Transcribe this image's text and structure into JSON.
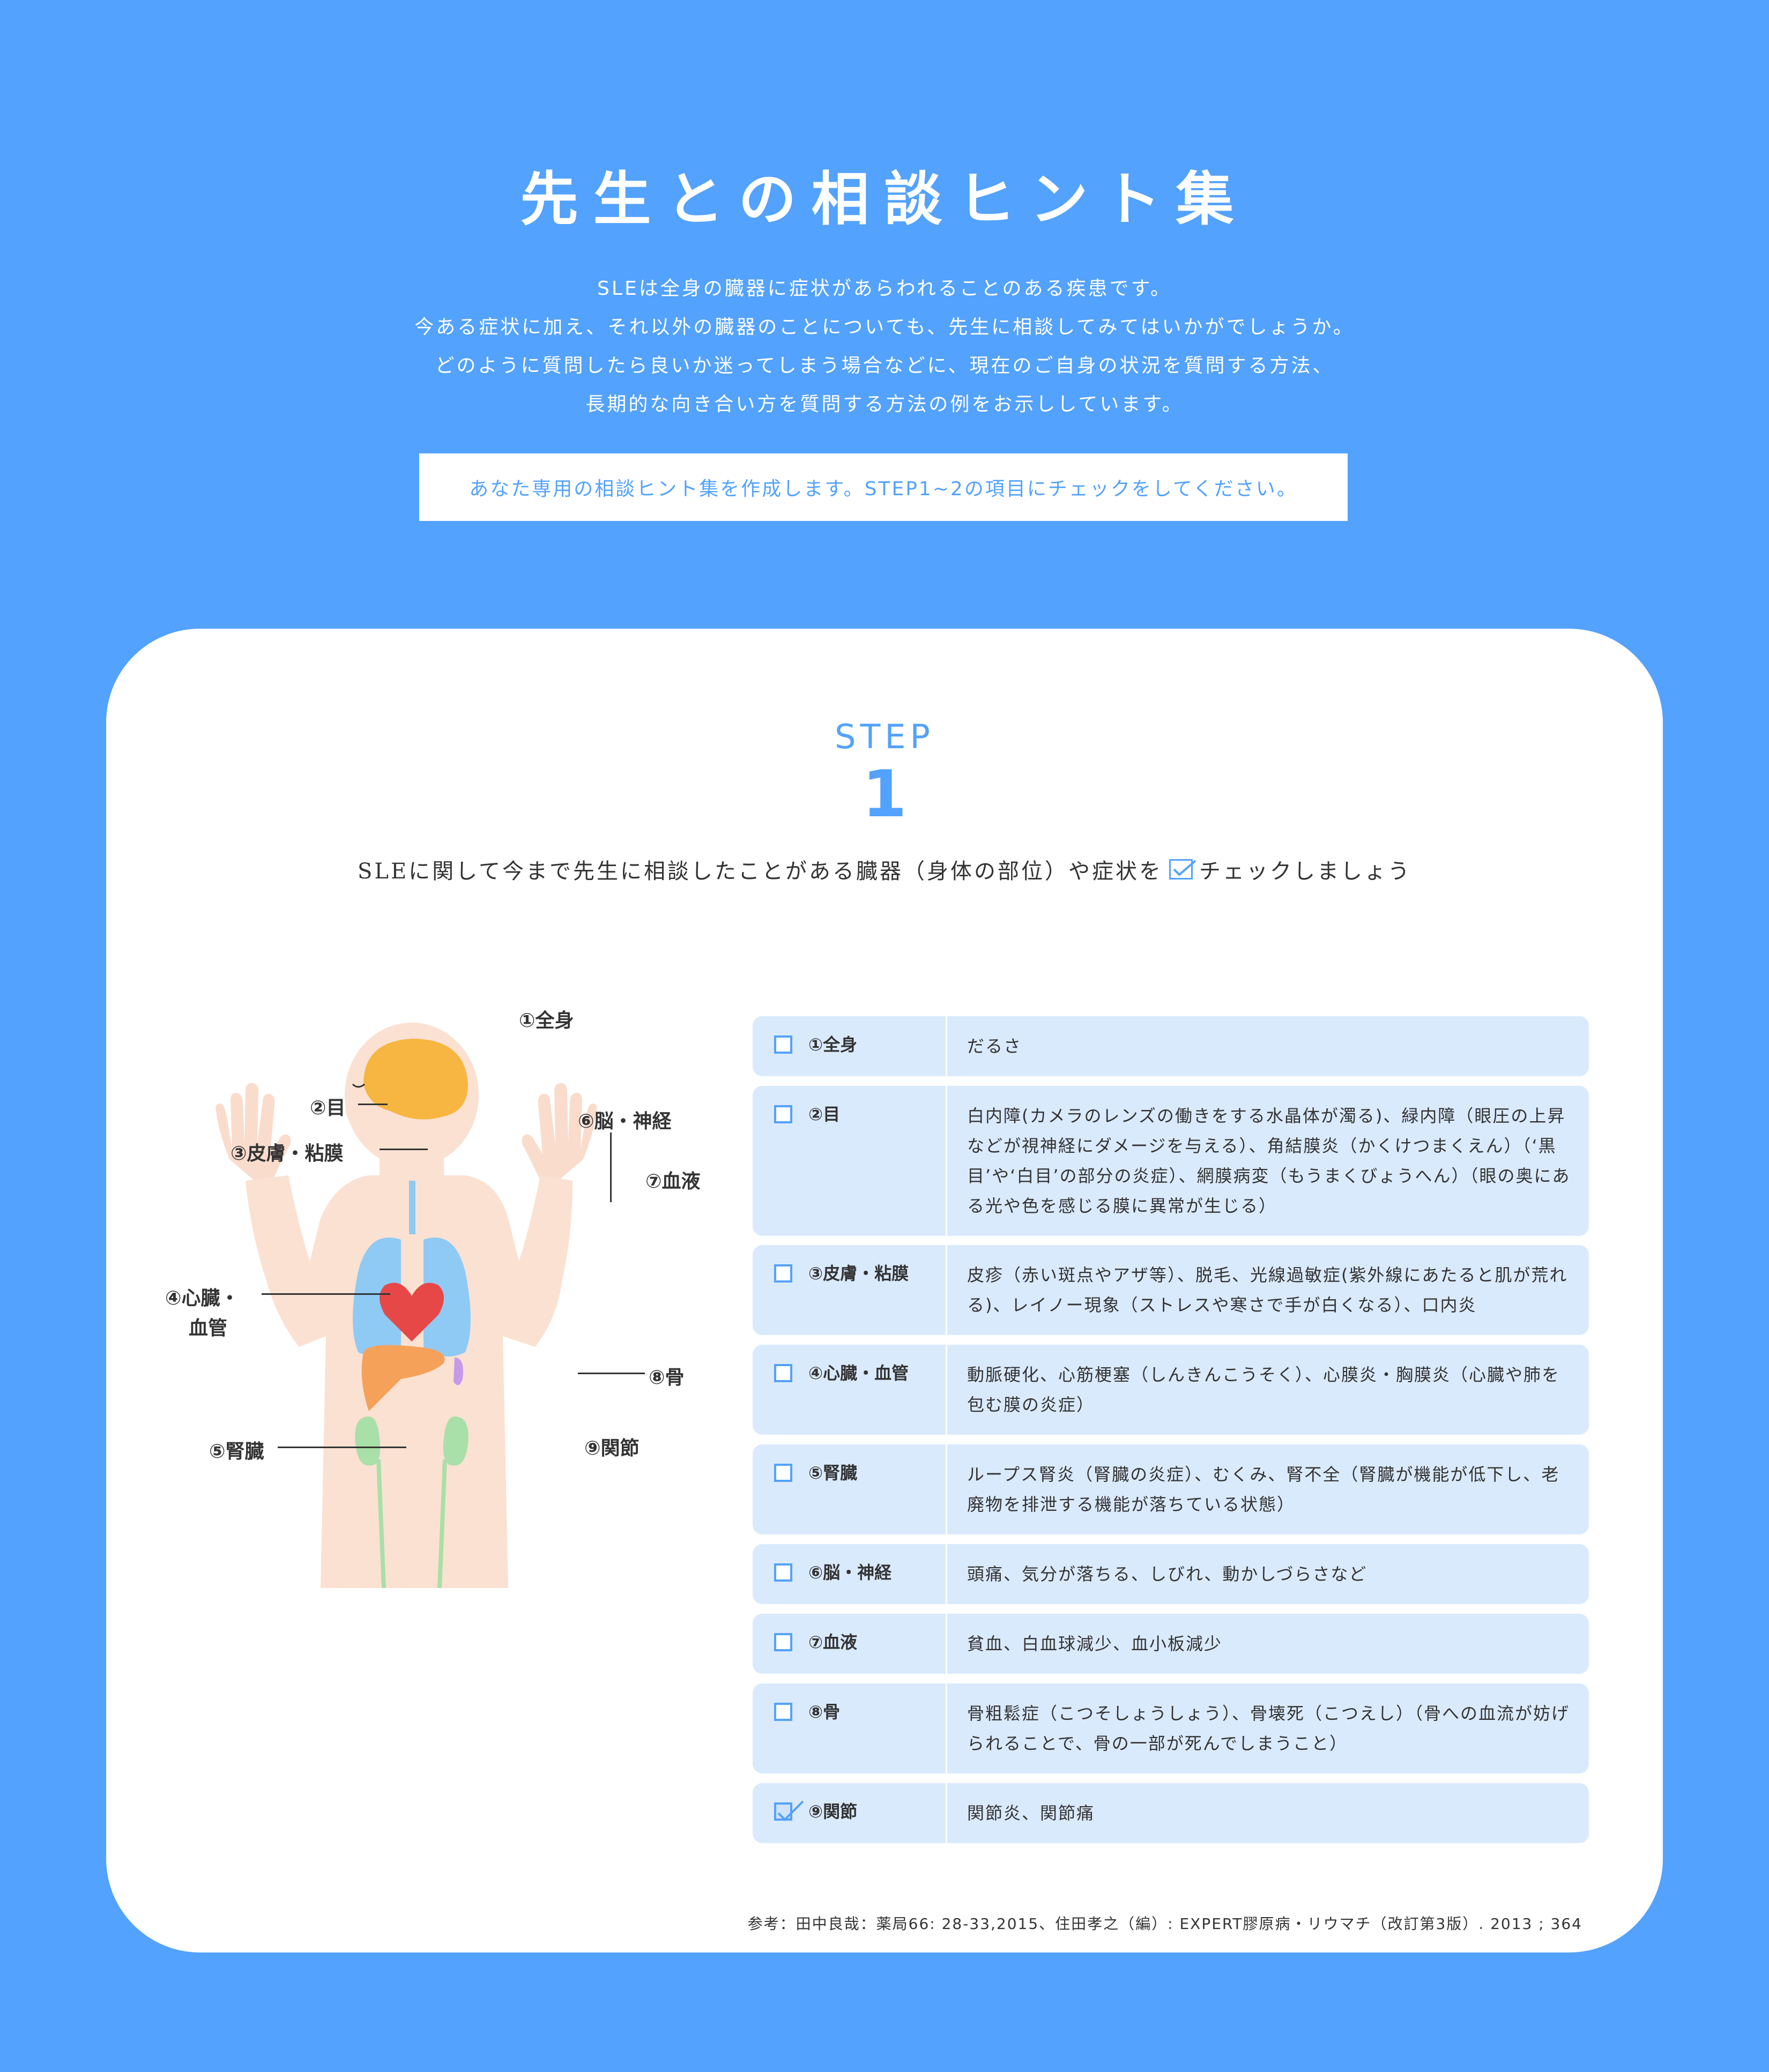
{
  "hero": {
    "title": "先生との相談ヒント集",
    "intro": [
      "SLEは全身の臓器に症状があらわれることのある疾患です。",
      "今ある症状に加え、それ以外の臓器のことについても、先生に相談してみてはいかがでしょうか。",
      "どのように質問したら良いか迷ってしまう場合などに、現在のご自身の状況を質問する方法、",
      "長期的な向き合い方を質問する方法の例をお示ししています。"
    ],
    "cta": "あなた専用の相談ヒント集を作成します。STEP1~2の項目にチェックをしてください。"
  },
  "step": {
    "word": "STEP",
    "number": "1",
    "lead_before": "SLEに関して今まで先生に相談したことがある臓器（身体の部位）や症状を",
    "lead_after": "チェックしましょう"
  },
  "figure": {
    "labels": {
      "whole": "①全身",
      "eye": "②目",
      "skin": "③皮膚・粘膜",
      "heart_line1": "④心臓・",
      "heart_line2": "血管",
      "kidney": "⑤腎臓",
      "brain": "⑥脳・神経",
      "blood": "⑦血液",
      "bone": "⑧骨",
      "joint": "⑨関節"
    }
  },
  "rows": [
    {
      "name": "①全身",
      "desc": "だるさ",
      "checked": false
    },
    {
      "name": "②目",
      "desc": "白内障(カメラのレンズの働きをする水晶体が濁る)、緑内障（眼圧の上昇などが視神経にダメージを与える）、角結膜炎（かくけつまくえん）（‘黒目’や‘白目’の部分の炎症）、網膜病変（もうまくびょうへん）（眼の奥にある光や色を感じる膜に異常が生じる）",
      "checked": false
    },
    {
      "name": "③皮膚・粘膜",
      "desc": "皮疹（赤い斑点やアザ等）、脱毛、光線過敏症(紫外線にあたると肌が荒れる)、レイノー現象（ストレスや寒さで手が白くなる）、口内炎",
      "checked": false
    },
    {
      "name": "④心臓・血管",
      "desc": "動脈硬化、心筋梗塞（しんきんこうそく）、心膜炎・胸膜炎（心臓や肺を包む膜の炎症）",
      "checked": false
    },
    {
      "name": "⑤腎臓",
      "desc": "ループス腎炎（腎臓の炎症）、むくみ、腎不全（腎臓が機能が低下し、老廃物を排泄する機能が落ちている状態）",
      "checked": false
    },
    {
      "name": "⑥脳・神経",
      "desc": "頭痛、気分が落ちる、しびれ、動かしづらさなど",
      "checked": false
    },
    {
      "name": "⑦血液",
      "desc": "貧血、白血球減少、血小板減少",
      "checked": false
    },
    {
      "name": "⑧骨",
      "desc": "骨粗鬆症（こつそしょうしょう）、骨壊死（こつえし）（骨への血流が妨げられることで、骨の一部が死んでしまうこと）",
      "checked": false
    },
    {
      "name": "⑨関節",
      "desc": "関節炎、関節痛",
      "checked": true
    }
  ],
  "reference": "参考：田中良哉：薬局66: 28-33,2015、住田孝之（編）: EXPERT膠原病・リウマチ（改訂第3版）. 2013 ; 364",
  "colors": {
    "background": "#53a2fd",
    "row": "#daeafd",
    "accent": "#53a2fd"
  }
}
